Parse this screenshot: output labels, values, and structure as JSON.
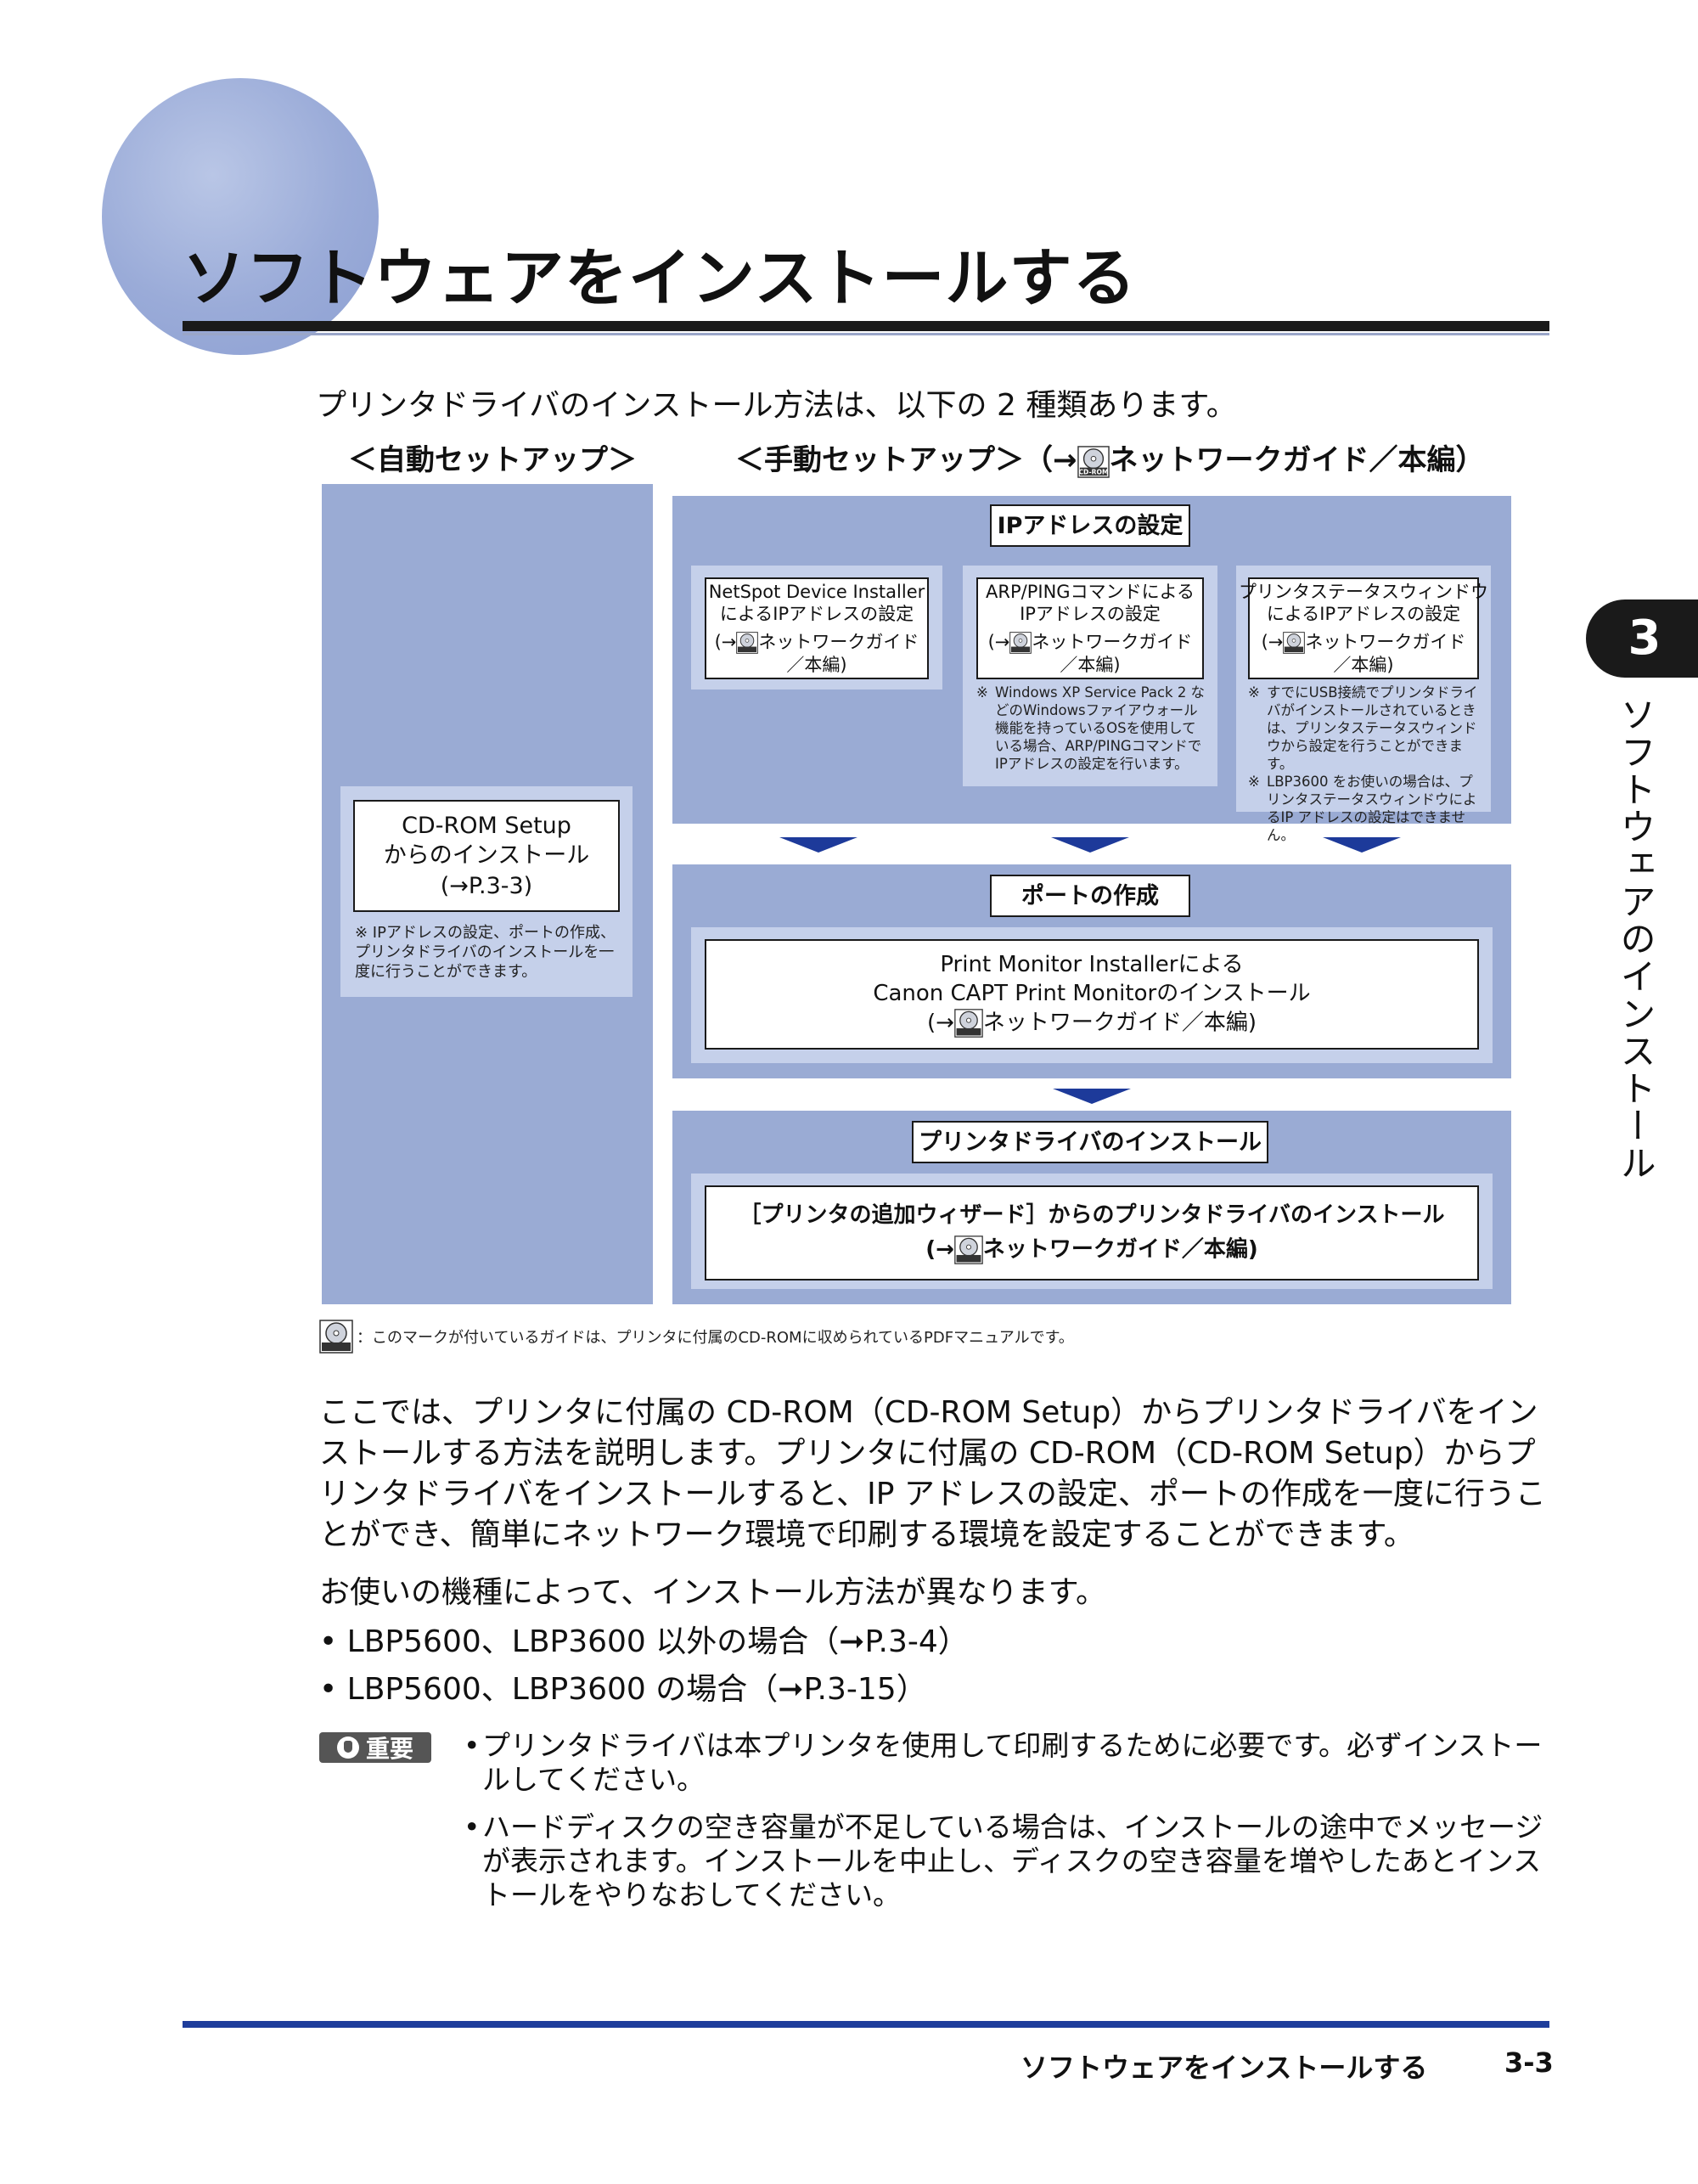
{
  "chapter": {
    "number": "3",
    "vertical_title": "ソフトウェアのインストール"
  },
  "page_title": "ソフトウェアをインストールする",
  "intro": "プリンタドライバのインストール方法は、以下の 2 種類あります。",
  "columns": {
    "auto_head": "＜自動セットアップ＞",
    "manual_head_prefix": "＜手動セットアップ＞（→",
    "manual_head_suffix": "ネットワークガイド／本編）"
  },
  "auto_box": {
    "line1": "CD-ROM Setup",
    "line2": "からのインストール",
    "line3": "(→P.3-3)",
    "note": "※ IPアドレスの設定、ポートの作成、プリンタドライバのインストールを一度に行うことができます。"
  },
  "ip_section": {
    "label": "IPアドレスの設定",
    "boxes": [
      {
        "line1": "NetSpot Device Installer",
        "line2": "によるIPアドレスの設定",
        "ref_prefix": "(→",
        "ref_suffix": "ネットワークガイド",
        "ref_line2": "／本編)"
      },
      {
        "line1": "ARP/PINGコマンドによる",
        "line2": "IPアドレスの設定",
        "ref_prefix": "(→",
        "ref_suffix": "ネットワークガイド",
        "ref_line2": "／本編)"
      },
      {
        "line1": "プリンタステータスウィンドウ",
        "line2": "によるIPアドレスの設定",
        "ref_prefix": "(→",
        "ref_suffix": "ネットワークガイド",
        "ref_line2": "／本編)"
      }
    ],
    "note_arp": "Windows XP Service Pack 2 などのWindowsファイアウォール機能を持っているOSを使用している場合、ARP/PINGコマンドでIPアドレスの設定を行います。",
    "note_status_1": "すでにUSB接続でプリンタドライバがインストールされているときは、プリンタステータスウィンドウから設定を行うことができます。",
    "note_status_2": "LBP3600 をお使いの場合は、プリンタステータスウィンドウによるIP アドレスの設定はできません。",
    "note_mark": "※"
  },
  "port_section": {
    "label": "ポートの作成",
    "line1": "Print Monitor Installerによる",
    "line2": "Canon CAPT Print Monitorのインストール",
    "ref_prefix": "(→",
    "ref_suffix": "ネットワークガイド／本編)"
  },
  "driver_section": {
    "label": "プリンタドライバのインストール",
    "line1": "［プリンタの追加ウィザード］からのプリンタドライバのインストール",
    "ref_prefix": "(→",
    "ref_suffix": "ネットワークガイド／本編)"
  },
  "cd_icon_text": "CD-ROM",
  "legend": "：このマークが付いているガイドは、プリンタに付属のCD-ROMに収められているPDFマニュアルです。",
  "body_para": "ここでは、プリンタに付属の CD-ROM（CD-ROM Setup）からプリンタドライバをインストールする方法を説明します。プリンタに付属の CD-ROM（CD-ROM Setup）からプリンタドライバをインストールすると、IP アドレスの設定、ポートの作成を一度に行うことができ、簡単にネットワーク環境で印刷する環境を設定することができます。",
  "body_line2": "お使いの機種によって、インストール方法が異なります。",
  "bullets": [
    "• LBP5600、LBP3600 以外の場合（➞P.3-4）",
    "• LBP5600、LBP3600 の場合（➞P.3-15）"
  ],
  "important": {
    "badge": "重要",
    "items": [
      "プリンタドライバは本プリンタを使用して印刷するために必要です。必ずインストールしてください。",
      "ハードディスクの空き容量が不足している場合は、インストールの途中でメッセージが表示されます。インストールを中止し、ディスクの空き容量を増やしたあとインストールをやりなおしてください。"
    ],
    "bullet": "•"
  },
  "footer": {
    "title": "ソフトウェアをインストールする",
    "page": "3-3"
  },
  "colors": {
    "panel": "#9aabd4",
    "pale": "#c5d0ea",
    "accent": "#1e3d9b",
    "arrow": "#1d3a9a"
  },
  "icons": {
    "cd": "cd-rom-icon",
    "hand": "hand-stop-icon"
  }
}
